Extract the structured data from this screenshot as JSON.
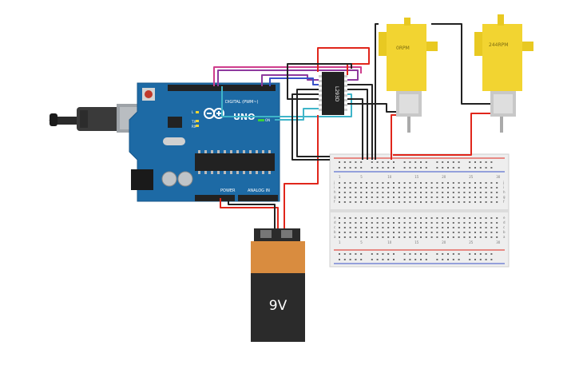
{
  "arduino": {
    "brand": "UNO",
    "digital_label": "DIGITAL (PWM~)",
    "power_label": "POWER",
    "analog_label": "ANALOG IN",
    "on_label": "ON",
    "tx_label": "TX",
    "rx_label": "RX",
    "l_label": "L",
    "board_color": "#1d6aa5"
  },
  "driver_chip": {
    "label": "L293D"
  },
  "motors": [
    {
      "speed_label": "0RPM",
      "color": "#f2d431"
    },
    {
      "speed_label": "244RPM",
      "color": "#f2d431"
    }
  ],
  "battery": {
    "label": "9V",
    "top_color": "#d98c3f",
    "body_color": "#2b2b2b"
  },
  "breadboard": {
    "col_numbers": [
      "1",
      "5",
      "10",
      "15",
      "20",
      "25",
      "30"
    ],
    "row_letters_top": [
      "j",
      "i",
      "h",
      "g",
      "f"
    ],
    "row_letters_bottom": [
      "e",
      "d",
      "c",
      "b",
      "a"
    ]
  },
  "wire_colors": {
    "red": "#e0261b",
    "black": "#222222",
    "purple": "#8e3a9e",
    "pink": "#cf3d8c",
    "cyan": "#3fb5c9",
    "blue": "#3a52c8"
  }
}
